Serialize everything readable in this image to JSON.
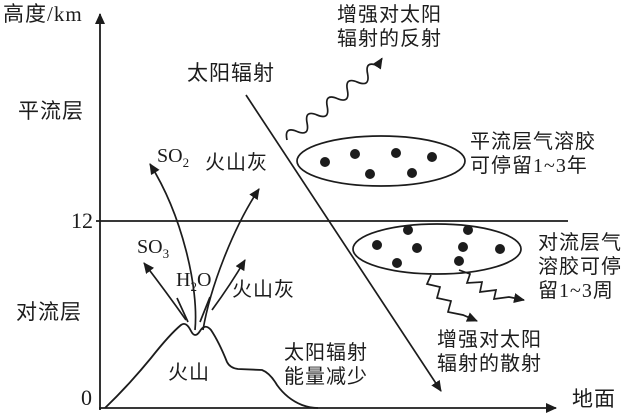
{
  "colors": {
    "ink": "#1c1c1c",
    "background": "#ffffff"
  },
  "axis": {
    "y_label": "高度/km",
    "stratosphere_label": "平流层",
    "tropopause_value": "12",
    "troposphere_label": "对流层",
    "origin_value": "0",
    "x_label": "地面"
  },
  "labels": {
    "solar_radiation": "太阳辐射",
    "so2": {
      "base": "SO",
      "sub": "2"
    },
    "so3": {
      "base": "SO",
      "sub": "3"
    },
    "h2o": {
      "pre": "H",
      "sub": "2",
      "post": "O"
    },
    "volcanic_ash_upper": "火山灰",
    "volcanic_ash_lower": "火山灰",
    "volcano": "火山",
    "energy_reduced": {
      "line1": "太阳辐射",
      "line2": "能量减少"
    },
    "reflection": {
      "line1": "增强对太阳",
      "line2": "辐射的反射"
    },
    "strat_aerosol": {
      "line1": "平流层气溶胶",
      "line2": "可停留1~3年"
    },
    "trop_aerosol": {
      "line1": "对流层气",
      "line2": "溶胶可停",
      "line3": "留1~3周"
    },
    "scattering": {
      "line1": "增强对太阳",
      "line2": "辐射的散射"
    }
  }
}
